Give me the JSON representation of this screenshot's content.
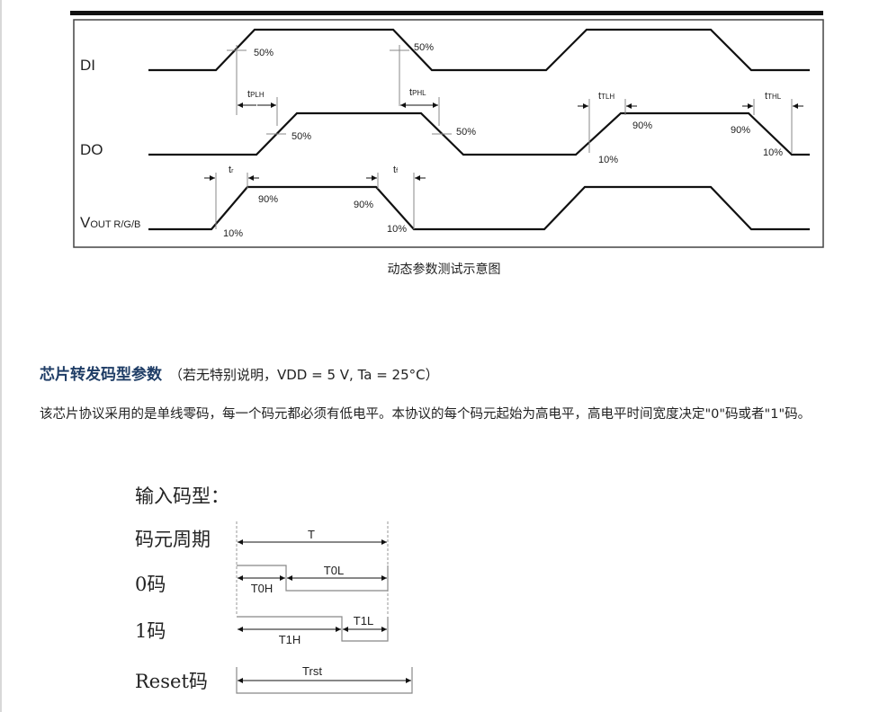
{
  "waveform_diagram": {
    "signals": {
      "di": "DI",
      "do": "DO",
      "vout_main": "V",
      "vout_sub": "OUT R/G/B"
    },
    "labels": {
      "p50": "50%",
      "p90": "90%",
      "p10": "10%",
      "t": "t",
      "plh": "PLH",
      "phl": "PHL",
      "tlh": "TLH",
      "thl": "THL",
      "r": "r",
      "f": "f"
    },
    "caption": "动态参数测试示意图"
  },
  "section": {
    "title": "芯片转发码型参数",
    "note": "（若无特别说明，VDD = 5 V, Ta = 25°C）",
    "paragraph": "该芯片协议采用的是单线零码，每一个码元都必须有低电平。本协议的每个码元起始为高电平，高电平时间宽度决定\"0\"码或者\"1\"码。"
  },
  "code_diagram": {
    "title": "输入码型：",
    "rows": [
      "码元周期",
      "0码",
      "1码",
      "Reset码"
    ],
    "labels": {
      "T": "T",
      "T0H": "T0H",
      "T0L": "T0L",
      "T1H": "T1H",
      "T1L": "T1L",
      "Trst": "Trst"
    }
  }
}
